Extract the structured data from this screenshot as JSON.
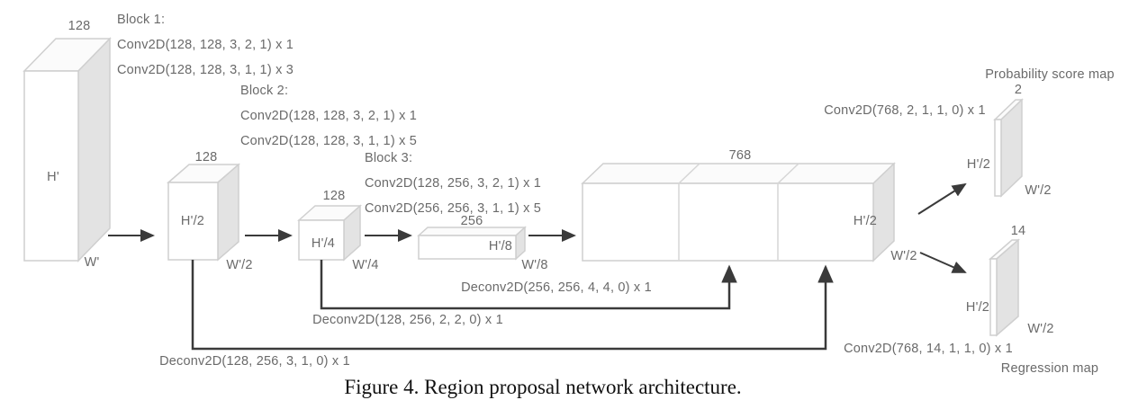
{
  "figure": {
    "caption": "Figure 4. Region proposal network architecture.",
    "colors": {
      "box_front": "#ffffff",
      "box_top": "#fbfbfb",
      "box_side": "#e3e3e3",
      "box_stroke": "#cfcfcf",
      "label_text": "#6a6a6a",
      "arrow": "#3a3a3a"
    },
    "blocks": {
      "block1": {
        "title": "Block 1:",
        "lines": [
          "Conv2D(128, 128, 3, 2, 1) x 1",
          "Conv2D(128, 128, 3, 1, 1) x 3"
        ]
      },
      "block2": {
        "title": "Block 2:",
        "lines": [
          "Conv2D(128, 128, 3, 2, 1) x 1",
          "Conv2D(128, 128, 3, 1, 1) x 5"
        ]
      },
      "block3": {
        "title": "Block 3:",
        "lines": [
          "Conv2D(128, 256, 3, 2, 1) x 1",
          "Conv2D(256, 256, 3, 1, 1) x 5"
        ]
      }
    },
    "tensors": {
      "input": {
        "channels": "128",
        "height": "H'",
        "width": "W'"
      },
      "feat2": {
        "channels": "128",
        "height": "H'/2",
        "width": "W'/2"
      },
      "feat4": {
        "channels": "128",
        "height": "H'/4",
        "width": "W'/4"
      },
      "feat8": {
        "channels": "256",
        "height": "H'/8",
        "width": "W'/8"
      },
      "concat": {
        "channels": "768",
        "height": "H'/2",
        "width": "W'/2"
      },
      "prob": {
        "title": "Probability score map",
        "channels": "2",
        "height": "H'/2",
        "width": "W'/2"
      },
      "reg": {
        "title": "Regression map",
        "channels": "14",
        "height": "H'/2",
        "width": "W'/2"
      }
    },
    "ops": {
      "deconv_feat8": "Deconv2D(256, 256, 4, 4, 0) x 1",
      "deconv_feat4": "Deconv2D(128, 256, 2, 2, 0) x 1",
      "deconv_feat2": "Deconv2D(128, 256, 3, 1, 0) x 1",
      "conv_prob": "Conv2D(768, 2, 1, 1, 0) x 1",
      "conv_reg": "Conv2D(768, 14, 1, 1, 0) x 1"
    }
  }
}
